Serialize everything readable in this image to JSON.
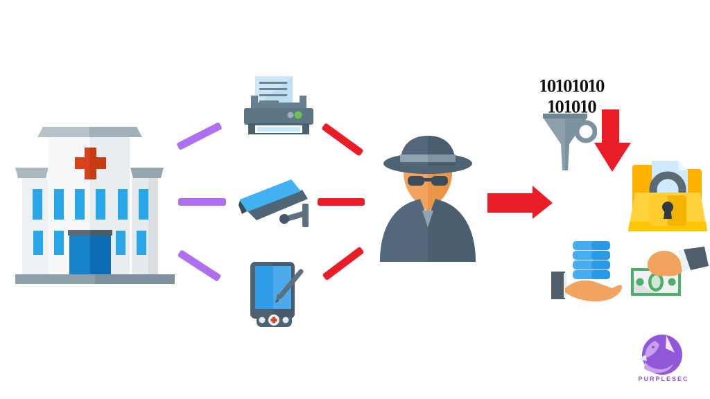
{
  "colors": {
    "red": "#EA1C27",
    "purple": "#AE6FF0",
    "binary": "#101010",
    "logo": "#9257D8",
    "window_blue": "#29A7E8",
    "skin": "#F2A35D",
    "steel": "#53687A",
    "money_green": "#4FAE6B",
    "folder_yellow": "#FFD23D"
  },
  "data_stream": {
    "line1": "10101010",
    "line2": "101010"
  },
  "logo": {
    "brand": "PURPLESEC"
  },
  "nodes": {
    "source_icon": "hospital-icon",
    "device_icons": [
      "printer-icon",
      "cctv-camera-icon",
      "tablet-stylus-icon"
    ],
    "attacker_icon": "spy-icon",
    "exfiltration_icons": [
      "funnel-icon",
      "red-arrow-right-icon",
      "red-arrow-down-icon"
    ],
    "outcome_icons": [
      "locked-folder-icon",
      "hand-data-stack-icon",
      "cash-payment-icon"
    ],
    "connector_counts": {
      "purple": 3,
      "red": 3
    }
  }
}
